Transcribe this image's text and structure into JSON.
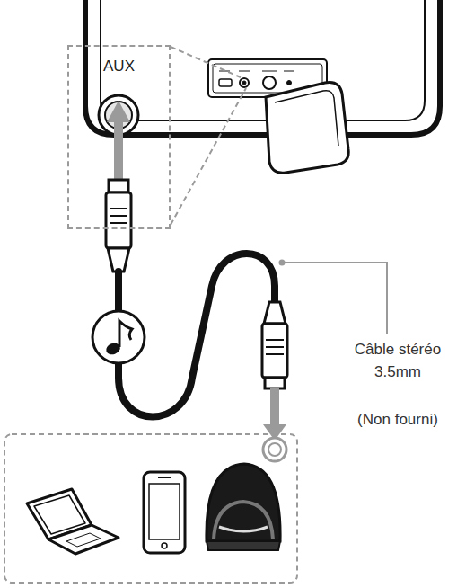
{
  "diagram": {
    "nodes": [
      {
        "text": [
          "AUX"
        ]
      }
    ],
    "labels": [
      "Câble stéréo 3.5mm",
      "(Non fourni)"
    ]
  }
}
